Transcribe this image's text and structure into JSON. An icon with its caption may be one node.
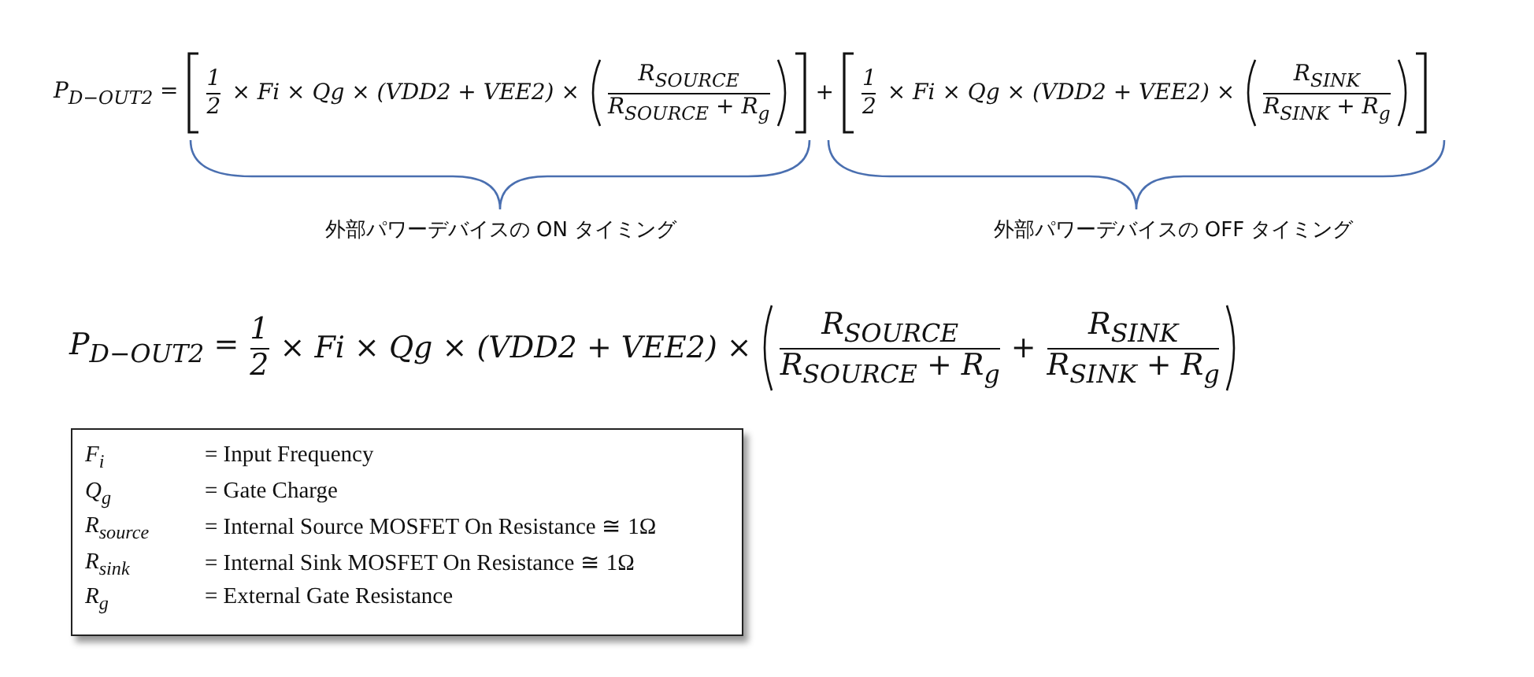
{
  "diagram": {
    "nodes": [
      {
        "text": [
          "F$_{i}$",
          "= Input Frequency",
          "Q$_{g}$",
          "= Gate Charge",
          "R$_{source}$",
          "= Internal Source MOSFET On Resistance ≅ 1Ω",
          "R$_{sink}$",
          "= Internal Sink MOSFET On Resistance ≅ 1Ω",
          "R$_{g}$",
          "= External Gate Resistance"
        ]
      }
    ],
    "labels": [
      "P$_{D−OUT2}$ =",
      "1",
      "2",
      "× Fi × Qg × (VDD2 + VEE2) ×",
      "R$_{SOURCE}$",
      "R$_{SOURCE}$ + R$_{g}$",
      "+",
      "1",
      "2",
      "× Fi × Qg × (VDD2 + VEE2) ×",
      "R$_{SINK}$",
      "R$_{SINK}$ + R$_{g}$",
      "外部パワーデバイスの ON タイミング",
      "外部パワーデバイスの OFF タイミング",
      "P$_{D−OUT2}$ =",
      "1",
      "2",
      "× Fi × Qg × (VDD2 + VEE2) ×",
      "R$_{SOURCE}$",
      "R$_{SOURCE}$ + R$_{g}$",
      "+",
      "R$_{SINK}$",
      "R$_{SINK}$ + R$_{g}$"
    ]
  }
}
